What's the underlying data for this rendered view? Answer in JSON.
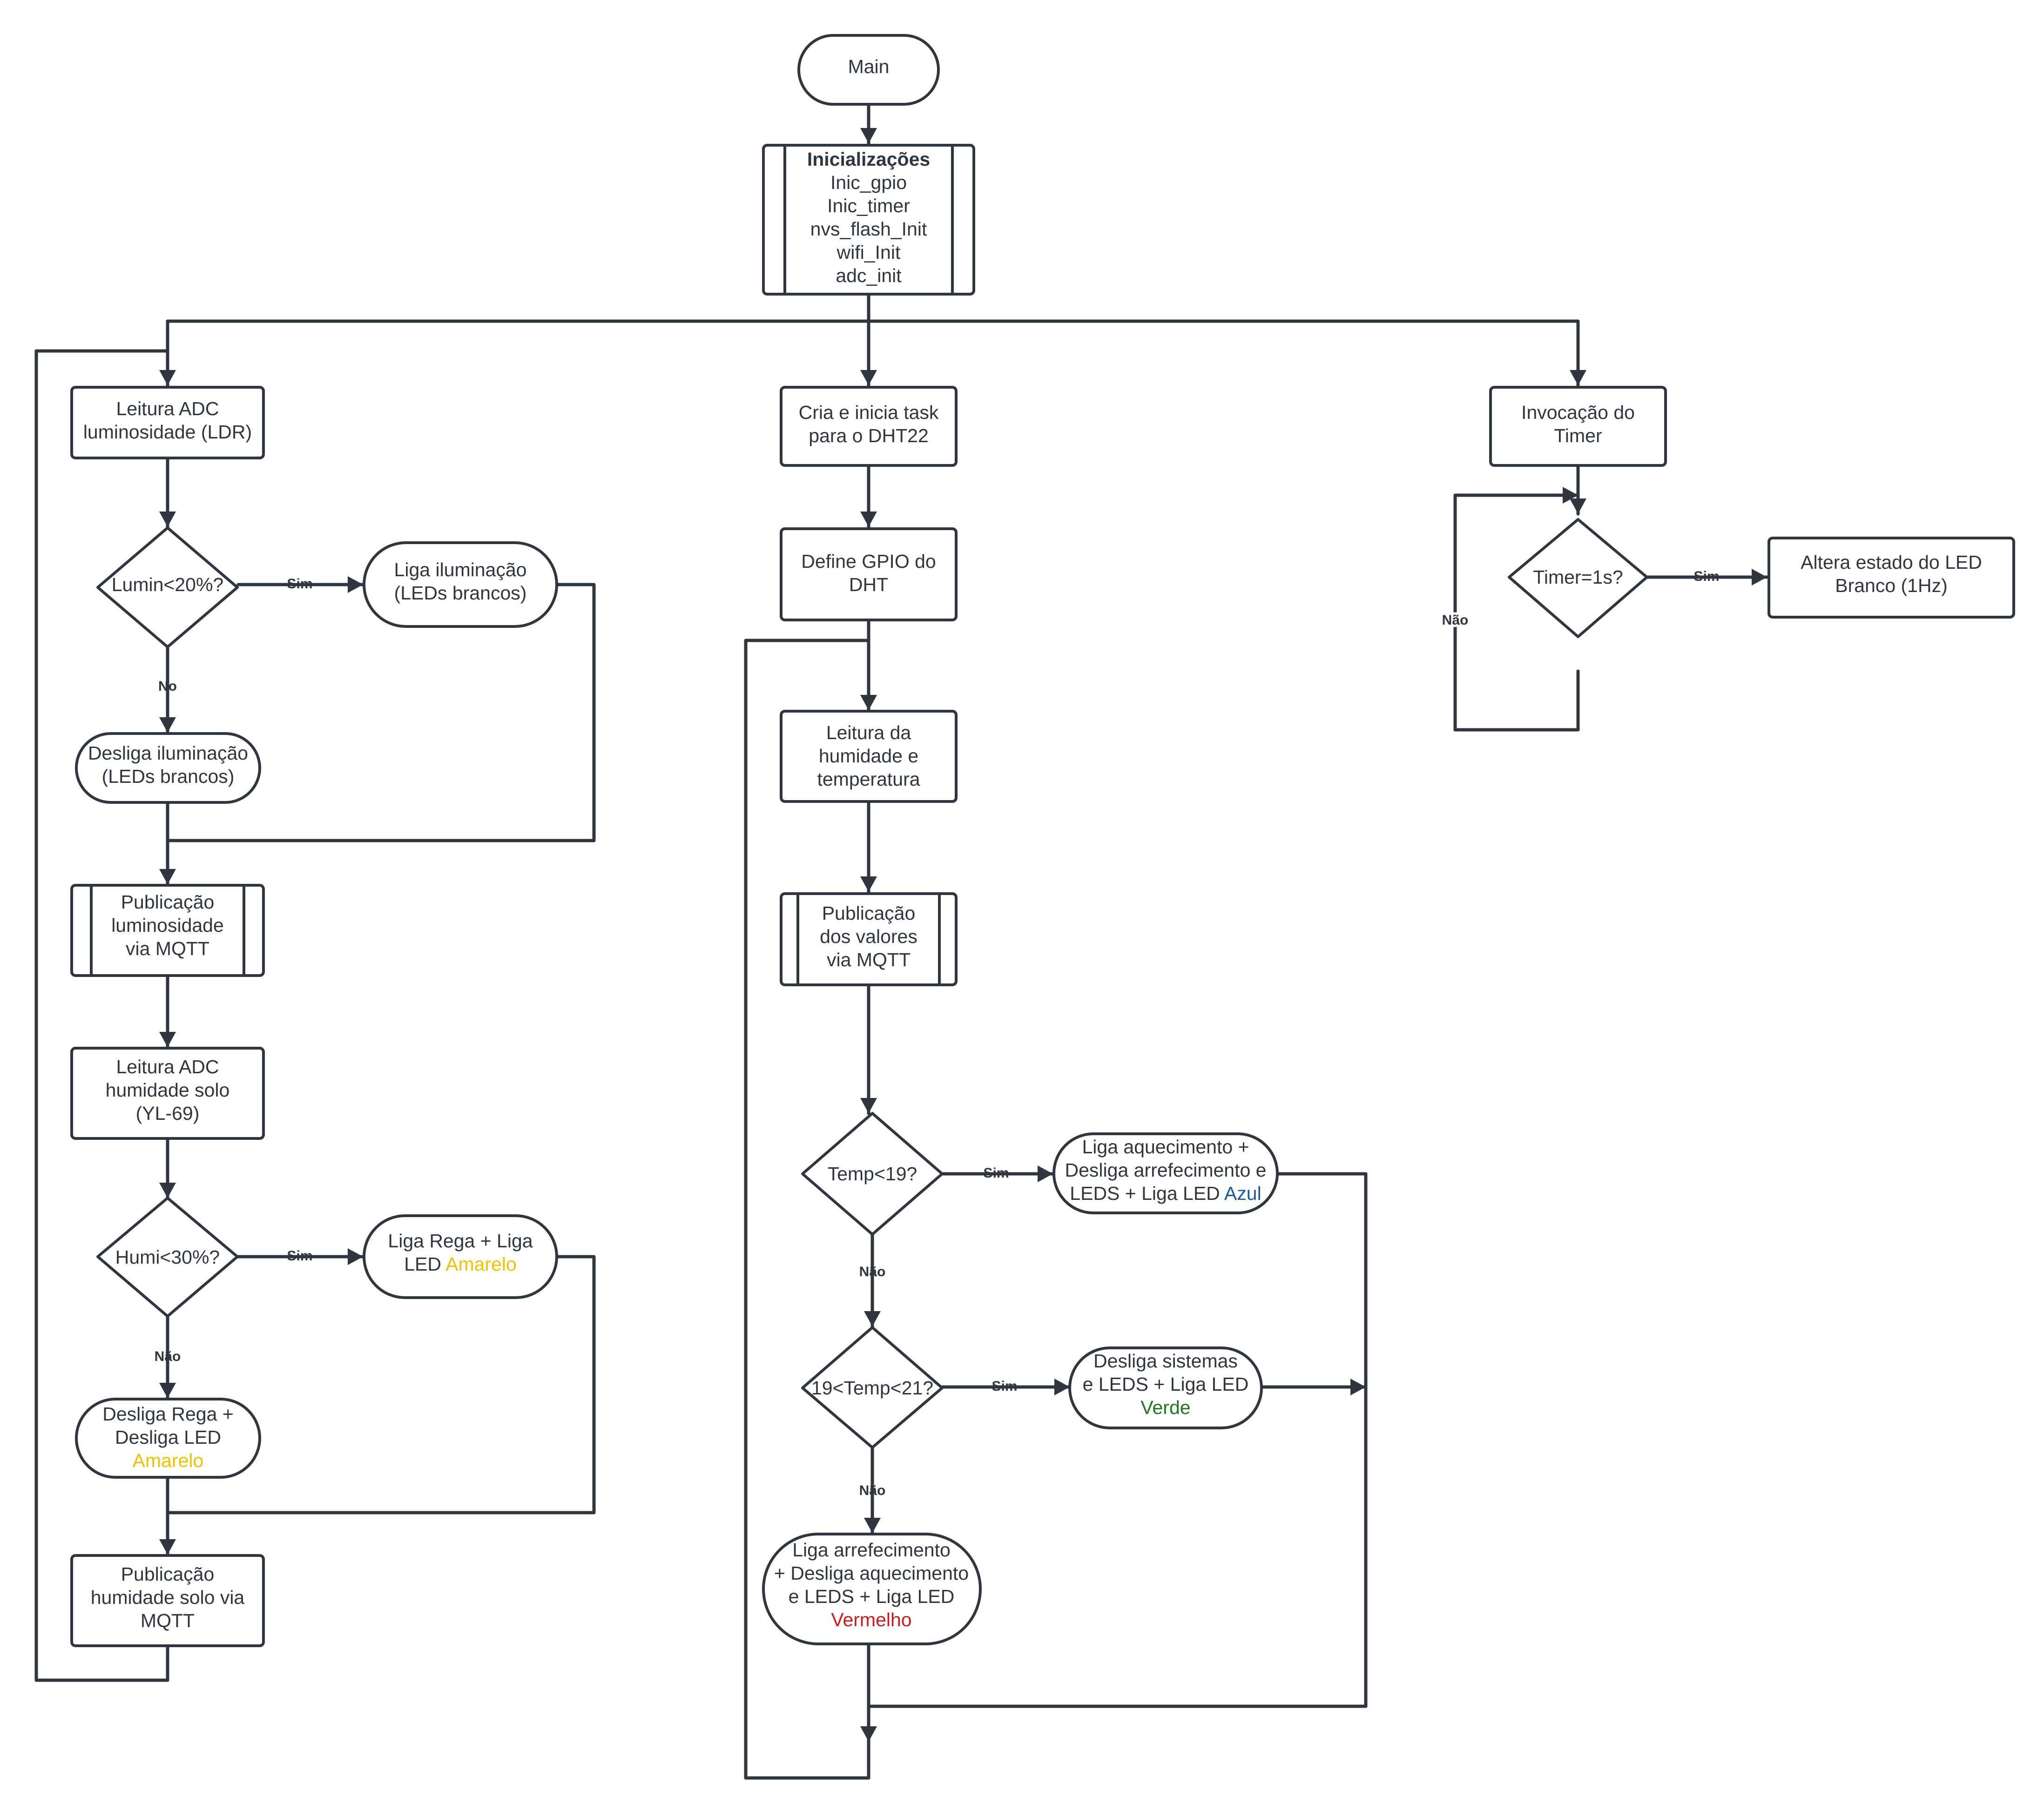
{
  "colors": {
    "stroke": "#2f3640",
    "amarelo": "#f2c200",
    "azul": "#1b5a9c",
    "verde": "#1f7a1f",
    "vermelho": "#cc1d1d"
  },
  "nodes": {
    "main": "Main",
    "init": {
      "title": "Inicializações",
      "lines": [
        "Inic_gpio",
        "Inic_timer",
        "nvs_flash_Init",
        "wifi_Init",
        "adc_init"
      ]
    },
    "adc_ldr": [
      "Leitura ADC",
      "luminosidade (LDR)"
    ],
    "lumin_dec": "Lumin<20%?",
    "liga_ilum": [
      "Liga iluminação",
      "(LEDs brancos)"
    ],
    "desliga_ilum": [
      "Desliga iluminação",
      "(LEDs brancos)"
    ],
    "pub_lum": [
      "Publicação",
      "luminosidade",
      "via MQTT"
    ],
    "adc_solo": [
      "Leitura ADC",
      "humidade solo",
      "(YL-69)"
    ],
    "humi_dec": "Humi<30%?",
    "liga_rega": {
      "line1": "Liga Rega + Liga",
      "line2a": "LED ",
      "line2b": "Amarelo"
    },
    "desliga_rega": {
      "line1": "Desliga Rega +",
      "line2": "Desliga LED",
      "line3": "Amarelo"
    },
    "pub_solo": [
      "Publicação",
      "humidade solo via",
      "MQTT"
    ],
    "task_dht": [
      "Cria e inicia task",
      "para o DHT22"
    ],
    "gpio_dht": [
      "Define GPIO do",
      "DHT"
    ],
    "leitura_ht": [
      "Leitura da",
      "humidade e",
      "temperatura"
    ],
    "pub_valores": [
      "Publicação",
      "dos valores",
      "via MQTT"
    ],
    "temp19_dec": "Temp<19?",
    "liga_aquec": {
      "line1": "Liga aquecimento +",
      "line2": "Desliga arrefecimento e",
      "line3a": "LEDS + Liga LED ",
      "line3b": "Azul"
    },
    "temp21_dec": "19<Temp<21?",
    "desliga_sist": {
      "line1": "Desliga sistemas",
      "line2": "e LEDS + Liga LED",
      "line3": "Verde"
    },
    "liga_arref": {
      "line1": "Liga arrefecimento",
      "line2": "+ Desliga aquecimento",
      "line3": "e LEDS +  Liga LED",
      "line4": "Vermelho"
    },
    "timer_inv": [
      "Invocação do",
      "Timer"
    ],
    "timer_dec": "Timer=1s?",
    "altera_led": [
      "Altera estado do LED",
      "Branco (1Hz)"
    ]
  },
  "edge_labels": {
    "lumin_yes": "Sim",
    "lumin_no": "No",
    "humi_yes": "Sim",
    "humi_no": "Não",
    "temp19_yes": "Sim",
    "temp19_no": "Não",
    "temp21_yes": "Sim",
    "temp21_no": "Não",
    "timer_yes": "Sim",
    "timer_no": "Não"
  }
}
